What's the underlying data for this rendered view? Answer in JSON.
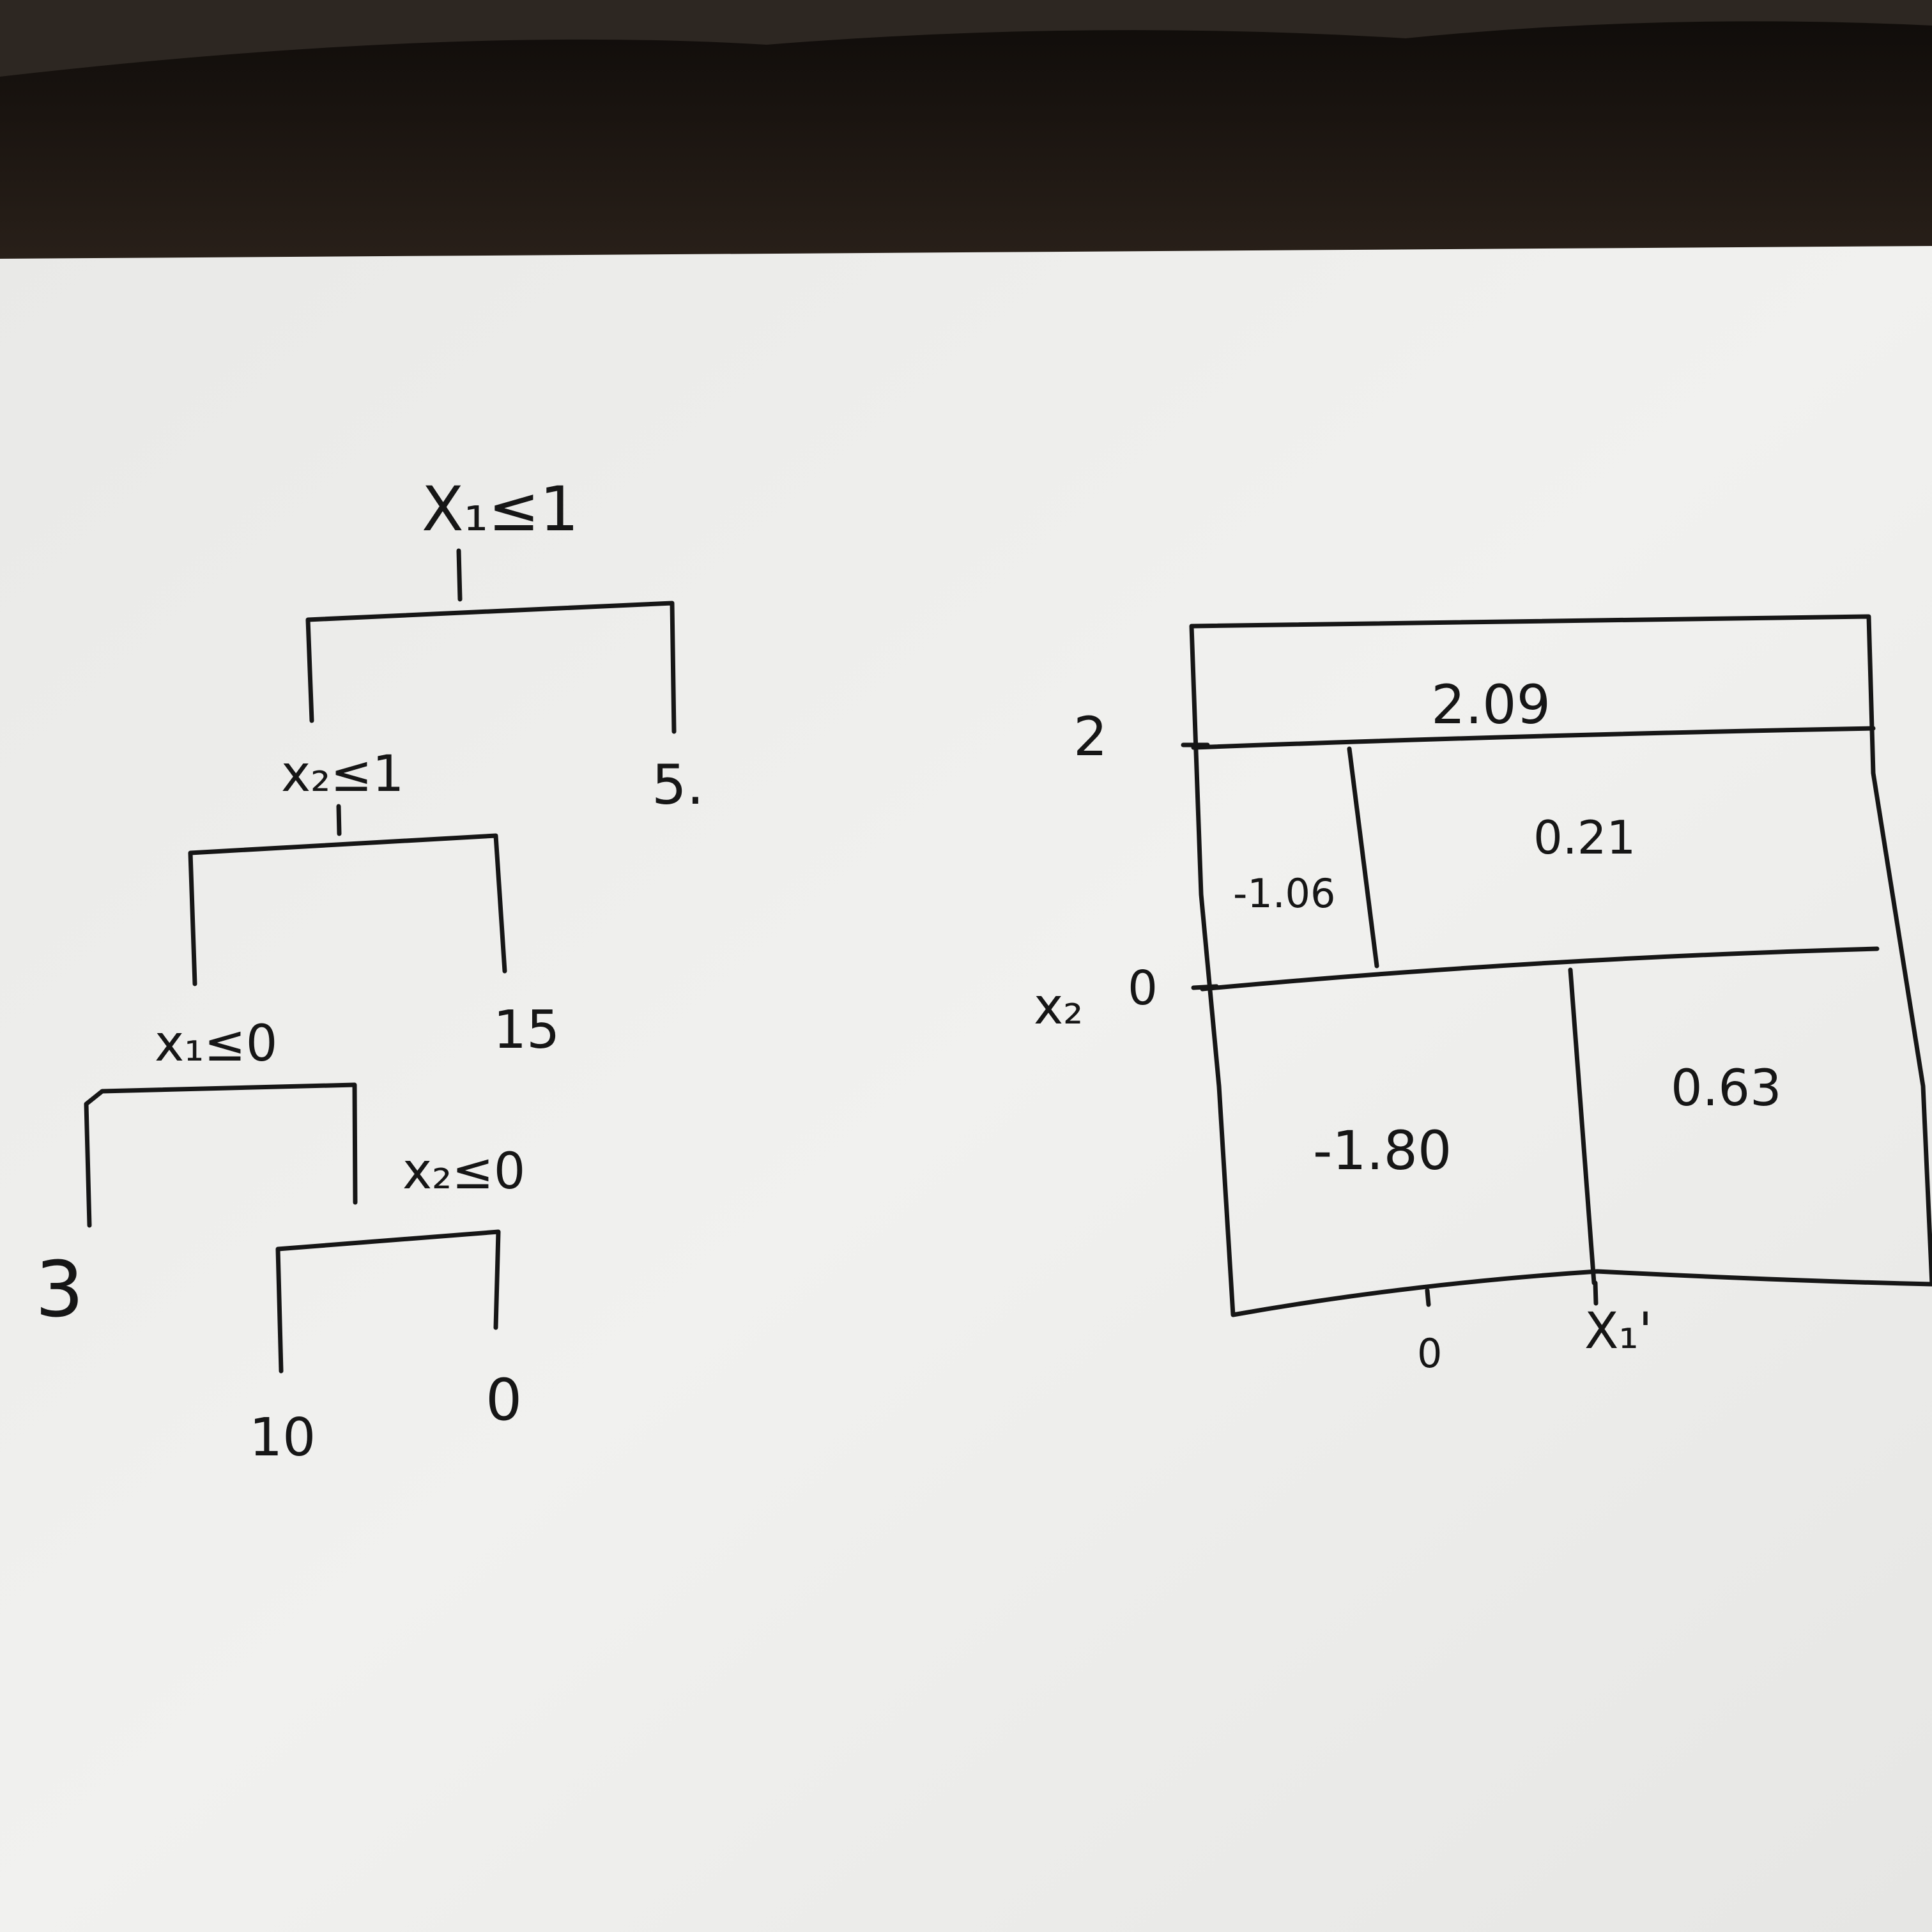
{
  "tree": {
    "root_split": "X₁≤1",
    "split_x2_le_1": "x₂≤1",
    "leaf_5": "5.",
    "split_x1_le_0": "x₁≤0",
    "leaf_15": "15",
    "leaf_3": "3",
    "split_x2_le_0": "x₂≤0",
    "leaf_10": "10",
    "leaf_0": "0"
  },
  "partition": {
    "regions": {
      "top": "2.09",
      "middle_left": "-1.06",
      "middle_right": "0.21",
      "bottom_left": "-1.80",
      "bottom_right": "0.63"
    },
    "y_axis": {
      "tick_2": "2",
      "axis_label": "x₂",
      "tick_0": "0"
    },
    "x_axis": {
      "tick_0": "0",
      "axis_label": "X₁'"
    }
  },
  "colors": {
    "ink": "#161616",
    "paper": "#efefed",
    "table": "#1b1511"
  }
}
